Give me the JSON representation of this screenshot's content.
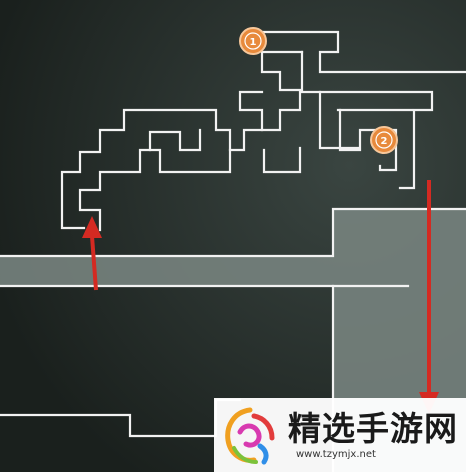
{
  "map": {
    "background_color": "#1d2421",
    "lit_area_color": "#7e8b86",
    "wall_color": "#f2f2f2",
    "arrow_color": "#d42a22",
    "marker_color": "#e88a3c"
  },
  "markers": [
    {
      "label": "1"
    },
    {
      "label": "2"
    }
  ],
  "arrows": [
    {
      "direction": "up"
    },
    {
      "direction": "down"
    }
  ],
  "watermark": {
    "title": "精选手游网",
    "url": "www.tzymjx.net"
  }
}
